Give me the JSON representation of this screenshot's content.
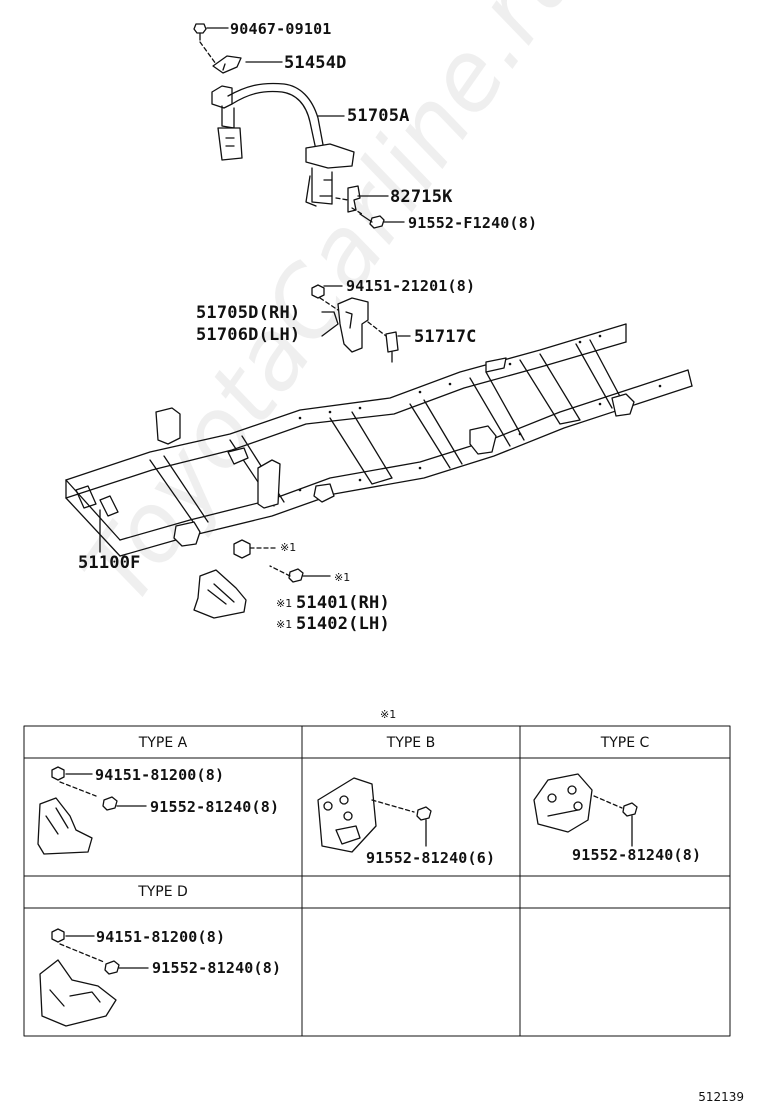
{
  "watermark": "ToyotaCarline.ru",
  "top_assembly": {
    "screw": "90467-09101",
    "bracket": "51454D",
    "frame_arm": "51705A",
    "clamp": "82715K",
    "bolt": "91552-F1240(8)"
  },
  "mid_assembly": {
    "nut": "94151-21201(8)",
    "bracket_rh": "51705D(RH)",
    "bracket_lh": "51706D(LH)",
    "plate": "51717C"
  },
  "frame": {
    "part": "51100F"
  },
  "mount": {
    "mark": "※1",
    "part_rh": "51401(RH)",
    "part_lh": "51402(LH)"
  },
  "table": {
    "caption": "※1",
    "type_a": {
      "header": "TYPE A",
      "nut": "94151-81200(8)",
      "bolt": "91552-81240(8)"
    },
    "type_b": {
      "header": "TYPE B",
      "bolt": "91552-81240(6)"
    },
    "type_c": {
      "header": "TYPE C",
      "bolt": "91552-81240(8)"
    },
    "type_d": {
      "header": "TYPE D",
      "nut": "94151-81200(8)",
      "bolt": "91552-81240(8)"
    }
  },
  "drawing_code": "512139"
}
